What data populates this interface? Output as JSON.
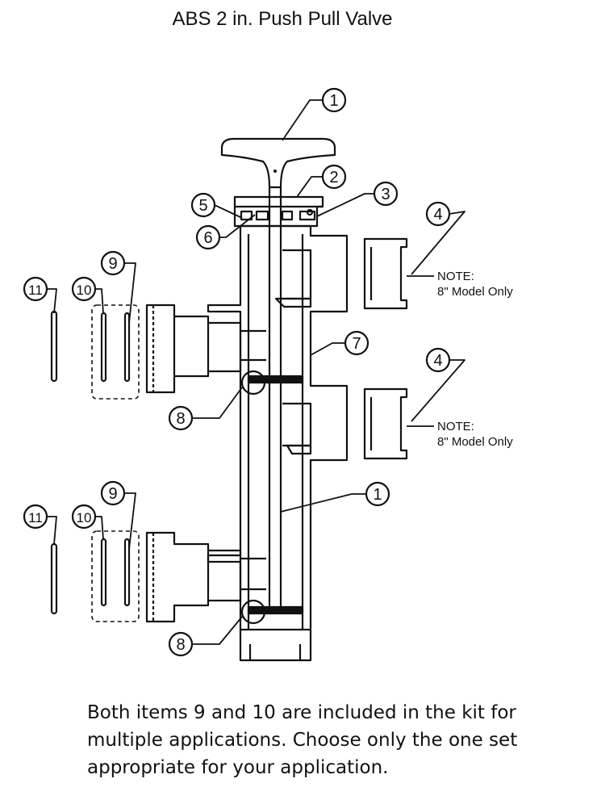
{
  "title": "ABS 2 in. Push Pull Valve",
  "callouts": {
    "c1_top": "1",
    "c2": "2",
    "c3": "3",
    "c4_upper": "4",
    "c4_lower": "4",
    "c5": "5",
    "c6": "6",
    "c7": "7",
    "c8_upper": "8",
    "c8_lower": "8",
    "c9_upper": "9",
    "c9_lower": "9",
    "c10_upper": "10",
    "c10_lower": "10",
    "c11_upper": "11",
    "c11_lower": "11",
    "c1_mid": "1"
  },
  "notes": {
    "upper_line1": "NOTE:",
    "upper_line2": "8\" Model Only",
    "lower_line1": "NOTE:",
    "lower_line2": "8\" Model Only"
  },
  "caption": {
    "line1": "Both items 9 and 10 are included in the kit for",
    "line2": "multiple applications. Choose only the one set",
    "line3": "appropriate for your application."
  }
}
